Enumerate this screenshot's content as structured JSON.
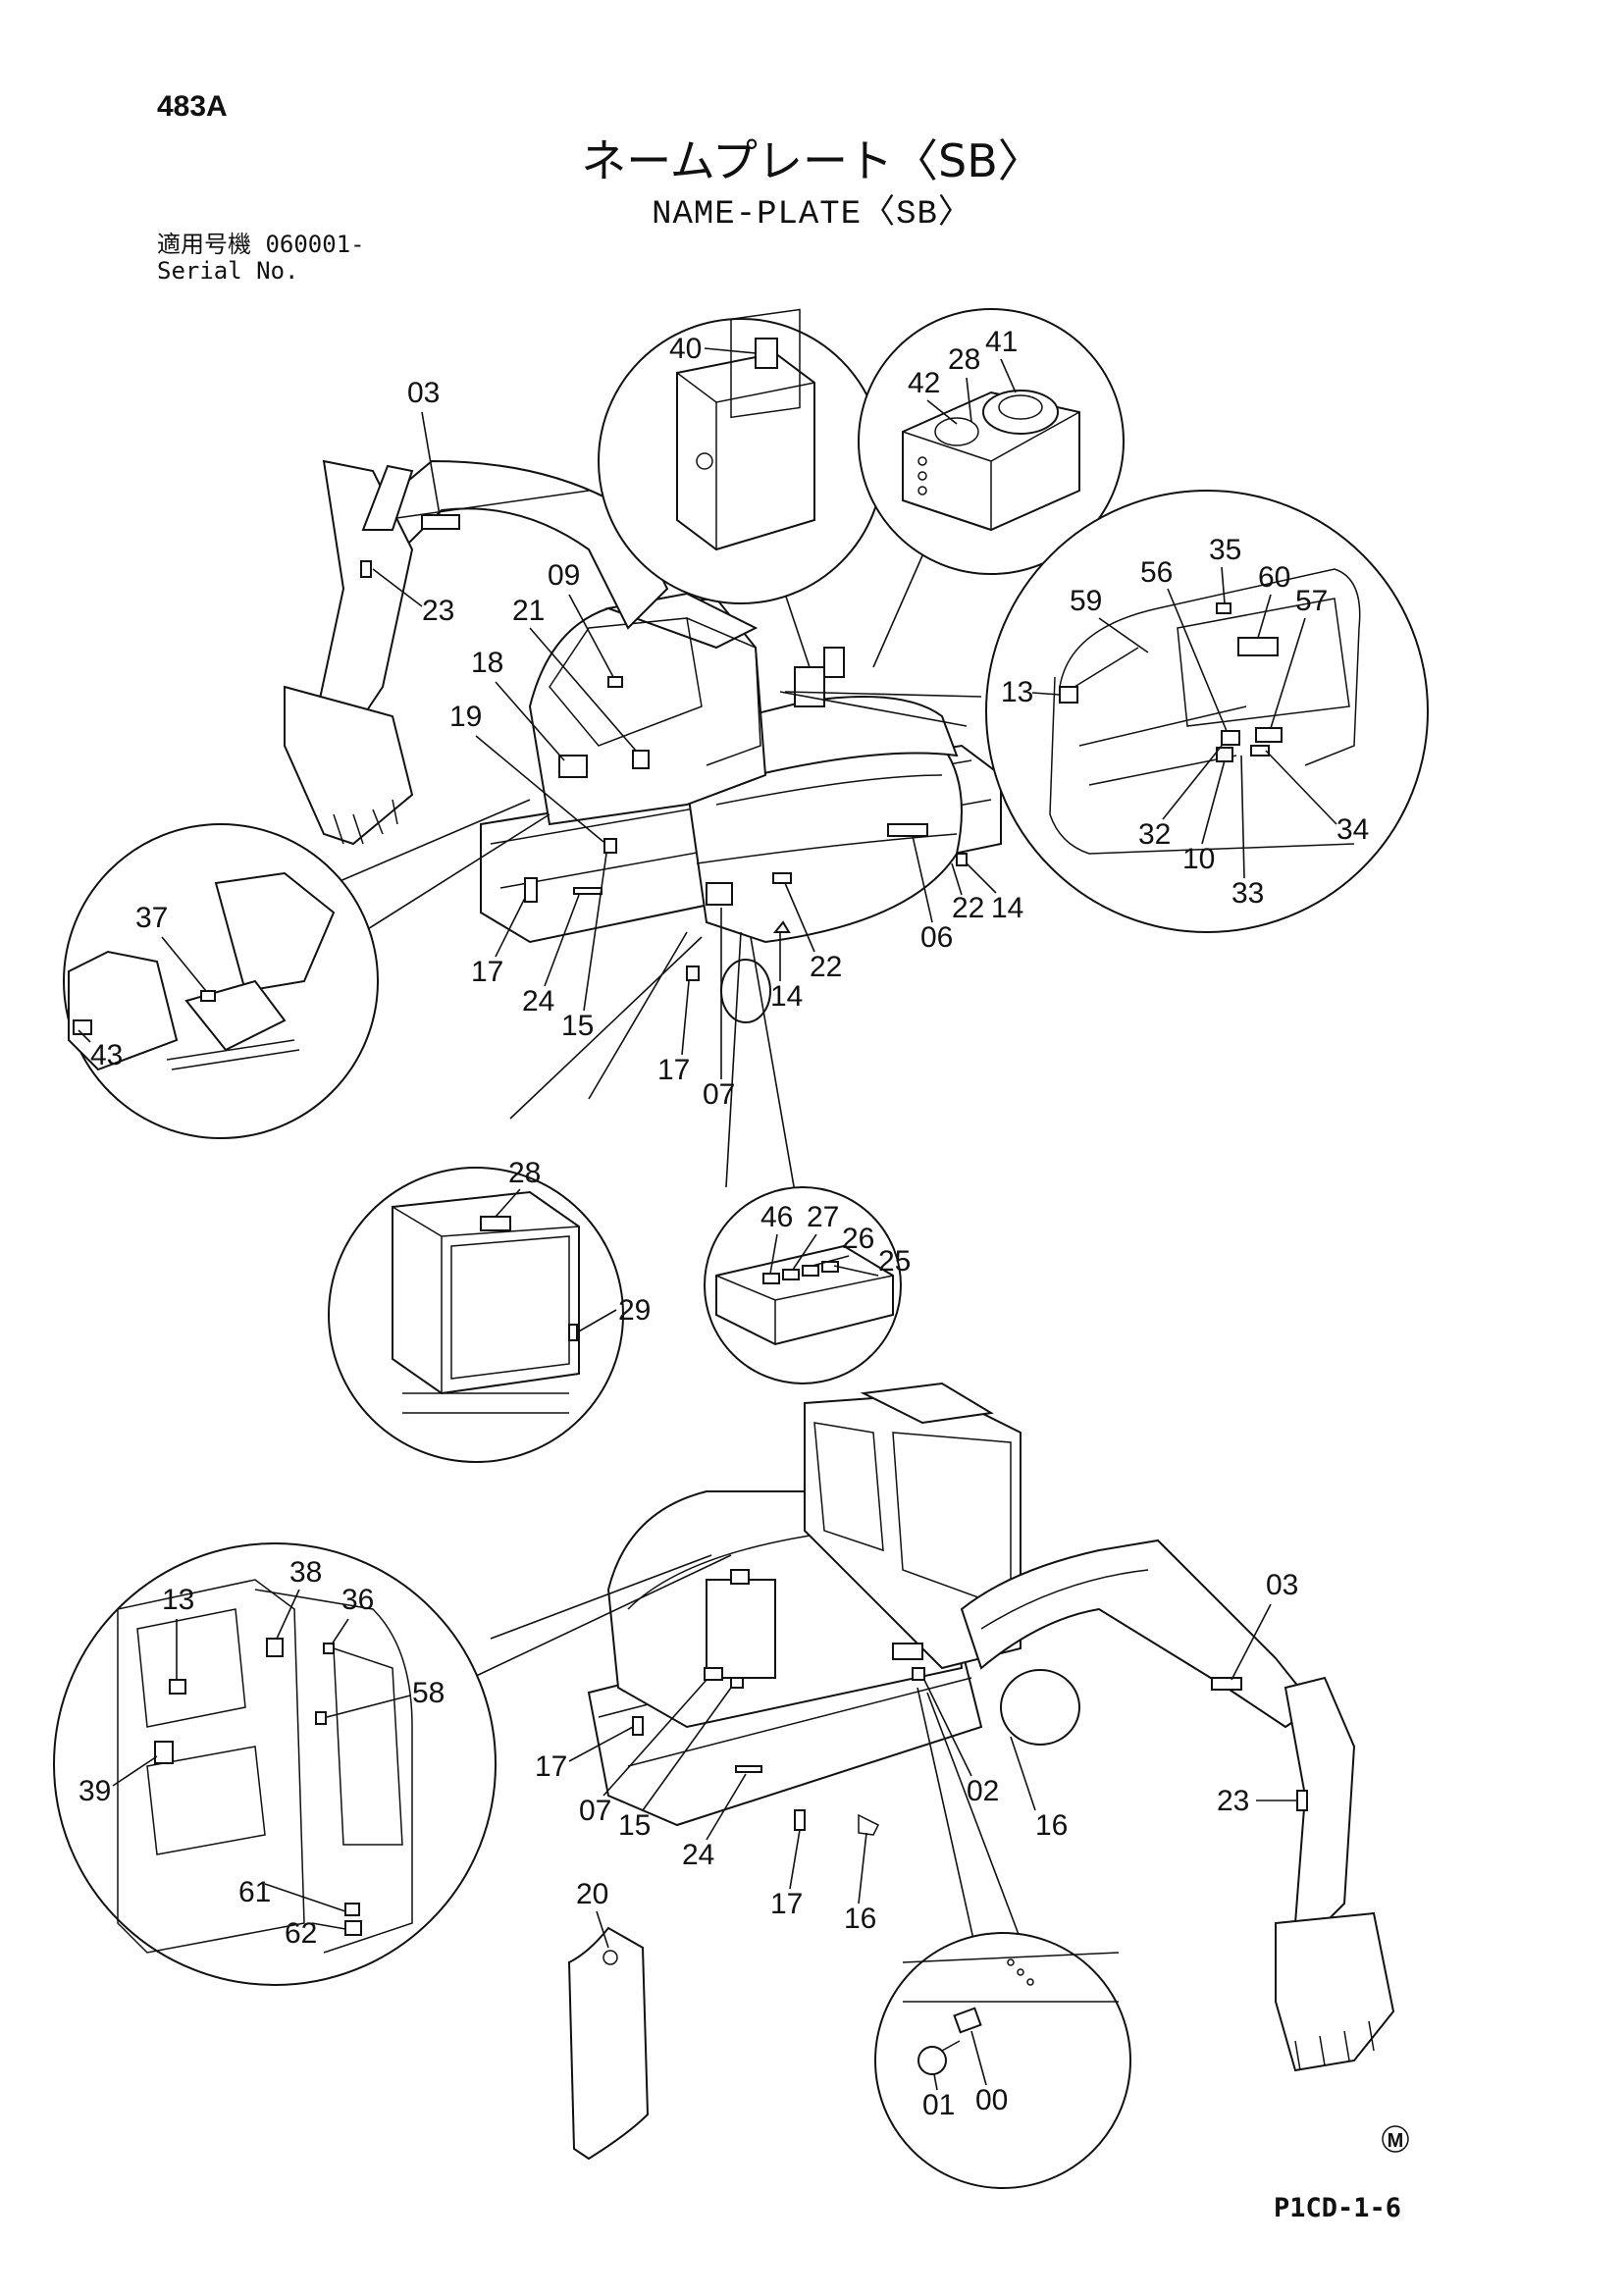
{
  "header": {
    "page_id": "483A",
    "title_jp": "ネームプレート〈SB〉",
    "title_en": "NAME-PLATE〈SB〉",
    "serial_label_jp": "適用号機 060001-",
    "serial_label_en": "Serial No."
  },
  "footer": {
    "doc_code": "P1CD-1-6",
    "mark": "M"
  },
  "callouts": {
    "upper_machine": [
      "03",
      "23",
      "09",
      "21",
      "18",
      "19",
      "17",
      "24",
      "15",
      "17",
      "07",
      "06",
      "14",
      "22",
      "22",
      "14"
    ],
    "detail_fuel_tank": [
      "40"
    ],
    "detail_hydraulic_tank": [
      "42",
      "28",
      "41"
    ],
    "detail_cab_right": [
      "56",
      "35",
      "60",
      "59",
      "57",
      "13",
      "32",
      "10",
      "33",
      "34"
    ],
    "detail_seat_console": [
      "37",
      "43"
    ],
    "detail_radiator": [
      "28",
      "29"
    ],
    "detail_battery_box": [
      "46",
      "27",
      "26",
      "25"
    ],
    "detail_cab_left": [
      "13",
      "38",
      "36",
      "58",
      "39",
      "61",
      "62"
    ],
    "lower_machine": [
      "03",
      "17",
      "07",
      "15",
      "02",
      "16",
      "23",
      "24",
      "17",
      "16"
    ],
    "detail_tag": [
      "20"
    ],
    "detail_serial_plate": [
      "01",
      "00"
    ]
  }
}
